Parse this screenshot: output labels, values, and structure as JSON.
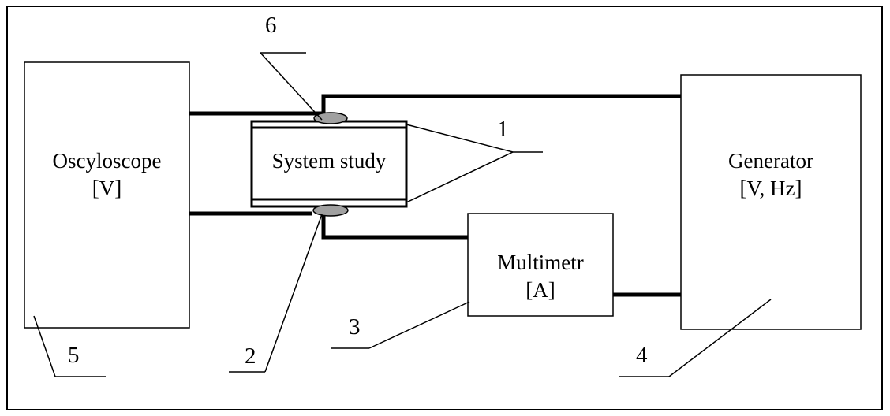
{
  "diagram": {
    "oscilloscope": {
      "line1": "Oscyloscope",
      "line2": "[V]"
    },
    "system": {
      "label": "System study"
    },
    "multimeter": {
      "line1": "Multimetr",
      "line2": "[A]"
    },
    "generator": {
      "line1": "Generator",
      "line2": "[V, Hz]"
    },
    "callouts": {
      "n1": "1",
      "n2": "2",
      "n3": "3",
      "n4": "4",
      "n5": "5",
      "n6": "6"
    }
  }
}
